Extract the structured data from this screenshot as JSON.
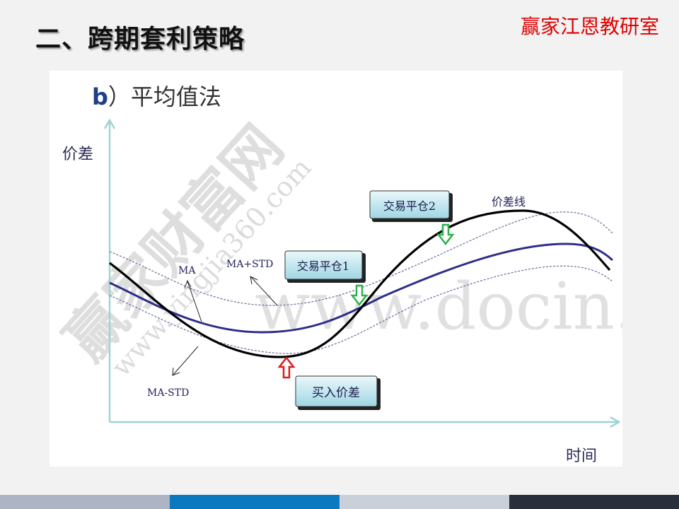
{
  "slide": {
    "title": "二、跨期套利策略",
    "brand": "赢家江恩教研室"
  },
  "diagram": {
    "heading_letter": "b",
    "heading_text": "）平均值法",
    "y_axis_label": "价差",
    "x_axis_label": "时间",
    "labels": {
      "ma": "MA",
      "ma_plus_std": "MA+STD",
      "ma_minus_std": "MA-STD",
      "spread_line": "价差线"
    },
    "boxes": {
      "close_1": "交易平仓1",
      "close_2": "交易平仓2",
      "buy": "买入价差"
    },
    "watermarks": [
      "赢家财富网",
      "www.yingjia360.com",
      "www.docin.com"
    ]
  },
  "colors": {
    "brand": "#e00000",
    "ma_line": "#2e2e8a",
    "spread_line": "#000000",
    "axis": "#9fd4d4",
    "close_arrow": "#2ab24a",
    "buy_arrow": "#d81e1e",
    "footer": [
      "#adb5c5",
      "#0a79bf",
      "#c9d0da",
      "#2a303b"
    ]
  }
}
